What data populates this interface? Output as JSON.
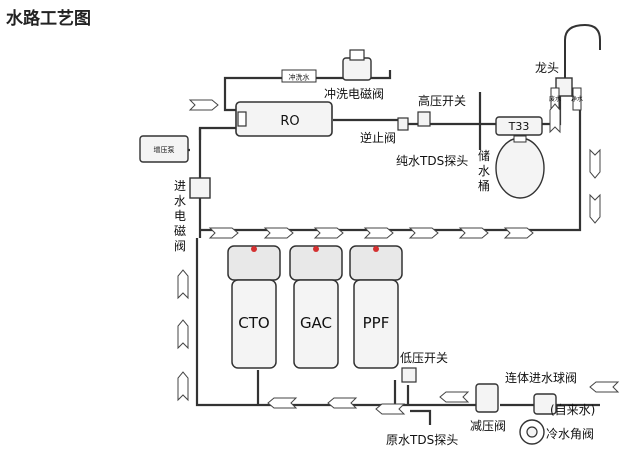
{
  "title": "水路工艺图",
  "labels": {
    "faucet": "龙头",
    "flush_valve": "冲洗电磁阀",
    "high_pressure_switch": "高压开关",
    "check_valve": "逆止阀",
    "pure_tds": "纯水TDS探头",
    "tank": "储水桶",
    "inlet_valve": "进水电磁阀",
    "low_pressure_switch": "低压开关",
    "pressure_reducer": "减压阀",
    "raw_tds": "原水TDS探头",
    "ball_valve": "连体进水球阀",
    "tap_water": "(自来水)",
    "angle_valve": "冷水角阀",
    "flush_tag": "冲洗水",
    "waste_tag": "废水",
    "pure_tag": "净水",
    "pump": "增压泵"
  },
  "components": {
    "ro": "RO",
    "t33": "T33",
    "filters": [
      "CTO",
      "GAC",
      "PPF"
    ]
  },
  "colors": {
    "line": "#333333",
    "filter_fill": "#f4f4f4",
    "filter_cap": "#e8e8e8",
    "red_dot": "#d43030",
    "arrow_fill": "#ffffff"
  }
}
